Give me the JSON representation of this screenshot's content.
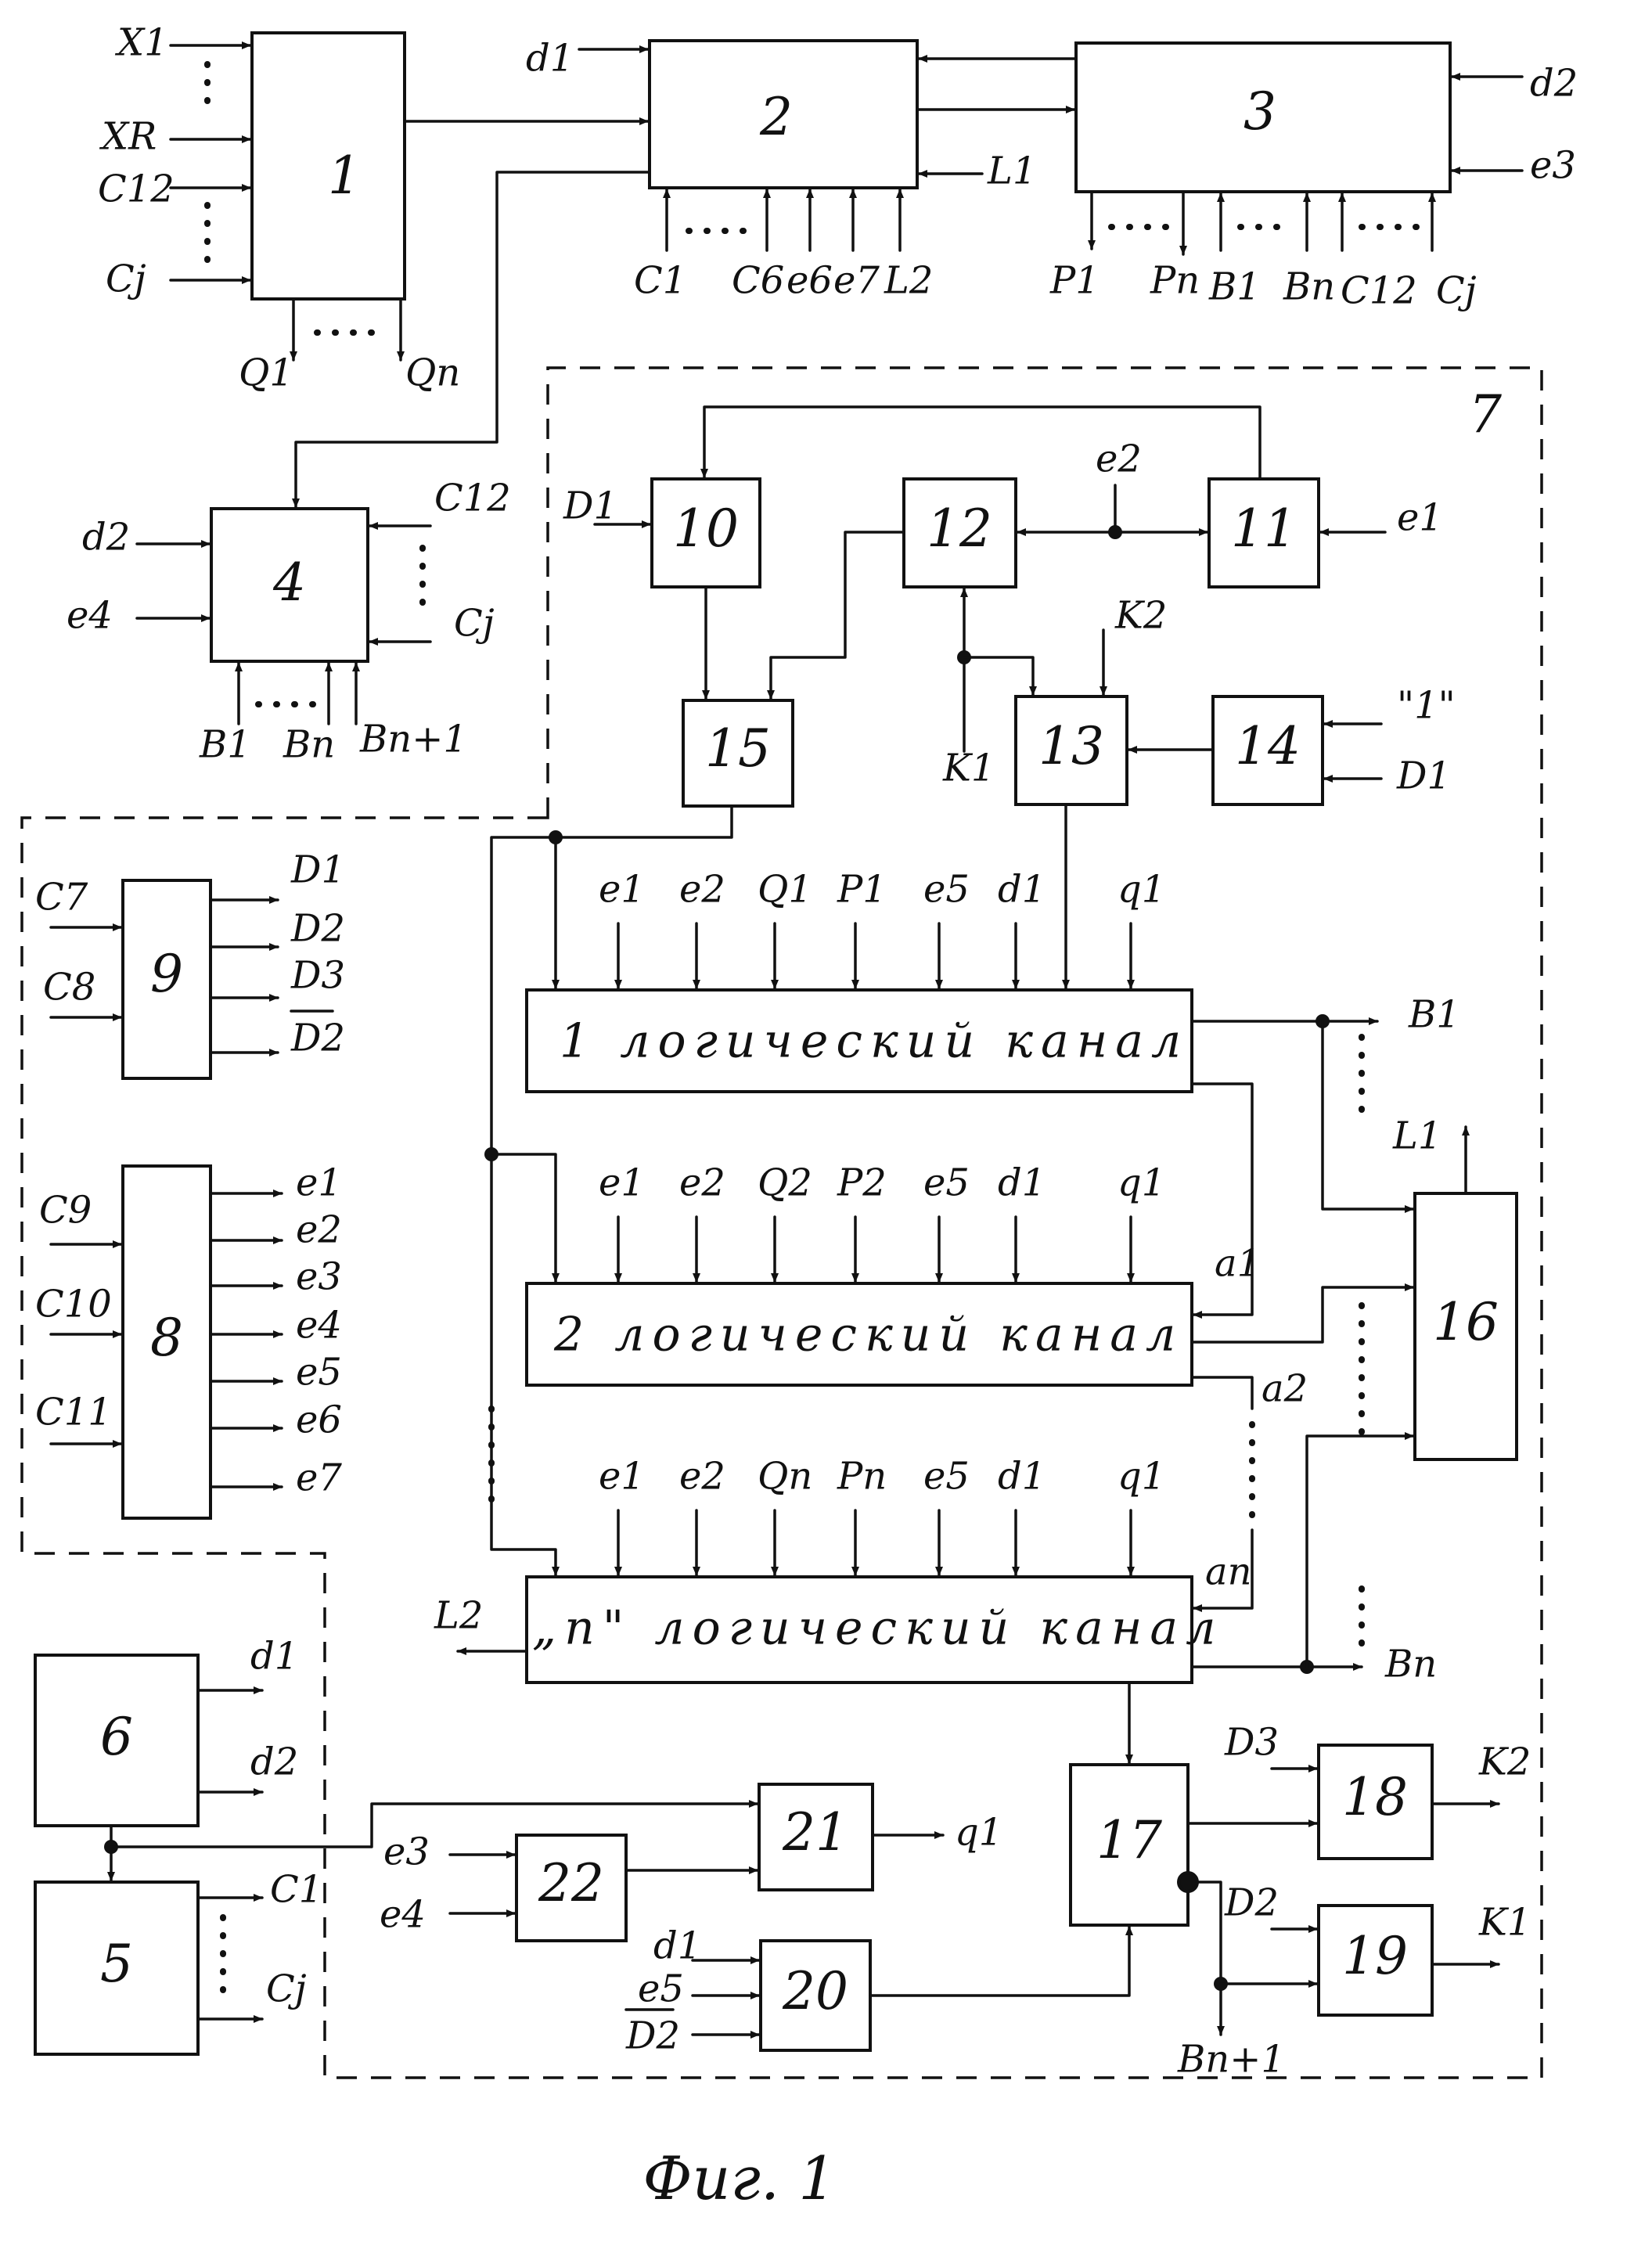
{
  "figure": {
    "caption": "Фиг. 1",
    "region_label": "7"
  },
  "blocks": {
    "b1": "1",
    "b2": "2",
    "b3": "3",
    "b4": "4",
    "b5": "5",
    "b6": "6",
    "b8": "8",
    "b9": "9",
    "b10": "10",
    "b11": "11",
    "b12": "12",
    "b13": "13",
    "b14": "14",
    "b15": "15",
    "b16": "16",
    "b17": "17",
    "b18": "18",
    "b19": "19",
    "b20": "20",
    "b21": "21",
    "b22": "22"
  },
  "channels": {
    "ch1": "1 логический канал",
    "ch2": "2 логический канал",
    "chn": "„n\" логический канал"
  },
  "signals": {
    "b1_in": [
      "X1",
      "XR",
      "C12",
      "Cj"
    ],
    "b1_out": [
      "Q1",
      "Qn"
    ],
    "b2_in": [
      "d1",
      "L1"
    ],
    "b2_bottom": [
      "C1",
      "C6",
      "e6",
      "e7",
      "L2"
    ],
    "b3_in": [
      "d2",
      "e3"
    ],
    "b3_bottom": [
      "P1",
      "Pn",
      "B1",
      "Bn",
      "C12",
      "Cj"
    ],
    "b4_in": [
      "d2",
      "e4",
      "C12",
      "Cj"
    ],
    "b4_bottom": [
      "B1",
      "Bn",
      "Bn+1"
    ],
    "b10_in": "D1",
    "b11_in": "e1",
    "b12_13": [
      "e2",
      "K2",
      "K1"
    ],
    "b14_in": [
      "\"1\"",
      "D1"
    ],
    "ch1_in": [
      "e1",
      "e2",
      "Q1",
      "P1",
      "e5",
      "d1",
      "q1"
    ],
    "ch2_in": [
      "e1",
      "e2",
      "Q2",
      "P2",
      "e5",
      "d1",
      "q1"
    ],
    "chn_in": [
      "e1",
      "e2",
      "Qn",
      "Pn",
      "e5",
      "d1",
      "q1"
    ],
    "ch_side": [
      "B1",
      "L1",
      "a1",
      "a2",
      "an",
      "Bn",
      "L2"
    ],
    "b9_in": [
      "C7",
      "C8"
    ],
    "b9_out": [
      "D1",
      "D2",
      "D3",
      "D2"
    ],
    "b8_in": [
      "C9",
      "C10",
      "C11"
    ],
    "b8_out": [
      "e1",
      "e2",
      "e3",
      "e4",
      "e5",
      "e6",
      "e7"
    ],
    "b6_out": [
      "d1",
      "d2"
    ],
    "b5_out": [
      "C1",
      "Cj"
    ],
    "b22_in": [
      "e3",
      "e4"
    ],
    "b21_out": "q1",
    "b20_in": [
      "d1",
      "e5",
      "D2"
    ],
    "b18_in": "D3",
    "b18_out": "K2",
    "b19_in": "D2",
    "b19_out": "K1",
    "b17_out": "Bn+1"
  }
}
